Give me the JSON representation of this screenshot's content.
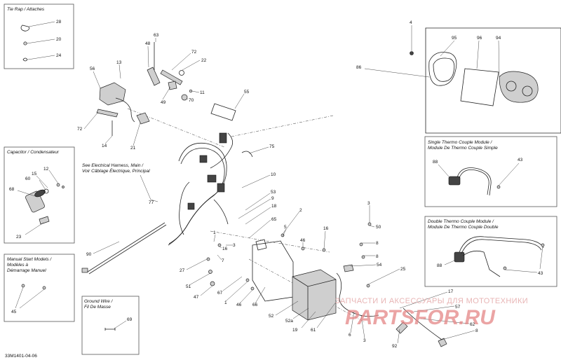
{
  "document_id": "33M1401-04-06",
  "boxes": {
    "tie_rap": {
      "title": "Tie Rap / Attaches"
    },
    "capacitor": {
      "title_line1": "Capacitor / Condensateur"
    },
    "manual_start": {
      "title_line1": "Manual Start Models /",
      "title_line2": "Modèles à",
      "title_line3": "Démarrage Manuel"
    },
    "ground_wire": {
      "title_line1": "Ground Wire /",
      "title_line2": "Fil De Masse"
    },
    "single_thermo": {
      "title_line1": "Single Thermo Couple Module /",
      "title_line2": "Module De Thermo Couple Simple"
    },
    "double_thermo": {
      "title_line1": "Double Thermo Couple Module /",
      "title_line2": "Module De Thermo Couple Double"
    },
    "see_harness": {
      "line1": "See Electrical Harness, Main /",
      "line2": "Voir Câblage Électrique, Principal"
    }
  },
  "callouts": {
    "c28": "28",
    "c20": "20",
    "c24": "24",
    "c63": "63",
    "c48": "48",
    "c72a": "72",
    "c22": "22",
    "c13": "13",
    "c56": "56",
    "c11": "11",
    "c70": "70",
    "c49": "49",
    "c55": "55",
    "c72b": "72",
    "c14": "14",
    "c21": "21",
    "c4": "4",
    "c95": "95",
    "c96": "96",
    "c94": "94",
    "c86": "86",
    "c75": "75",
    "c12": "12",
    "c15": "15",
    "c60": "60",
    "c68": "68",
    "c23": "23",
    "c10": "10",
    "c77": "77",
    "c53": "53",
    "c9": "9",
    "c18": "18",
    "c2": "2",
    "c65": "65",
    "c3a": "3",
    "c50": "50",
    "c5": "5",
    "c16a": "16",
    "c1a": "1",
    "c16b": "16",
    "c3b": "3",
    "c46a": "46",
    "c8a": "8",
    "c90": "90",
    "c27": "27",
    "c7": "7",
    "c8b": "8",
    "c51": "51",
    "c47": "47",
    "c67": "67",
    "c54": "54",
    "c25": "25",
    "c1b": "1",
    "c46b": "46",
    "c66": "66",
    "c52": "52",
    "c52a": "52a",
    "c19": "19",
    "c61": "61",
    "c6": "6",
    "c3c": "3",
    "c17": "17",
    "c57": "57",
    "c62": "62",
    "c8c": "8",
    "c92": "92",
    "c45": "45",
    "c69": "69",
    "c88a": "88",
    "c43a": "43",
    "c88b": "88",
    "c43b": "43"
  },
  "watermark": {
    "line1": "ЗАПЧАСТИ И АКСЕССУАРЫ ДЛЯ МОТОТЕХНИКИ",
    "line2": "PARTSFOR.RU"
  },
  "colors": {
    "watermark": "#e58686",
    "frame": "#555555",
    "ink": "#222222"
  }
}
